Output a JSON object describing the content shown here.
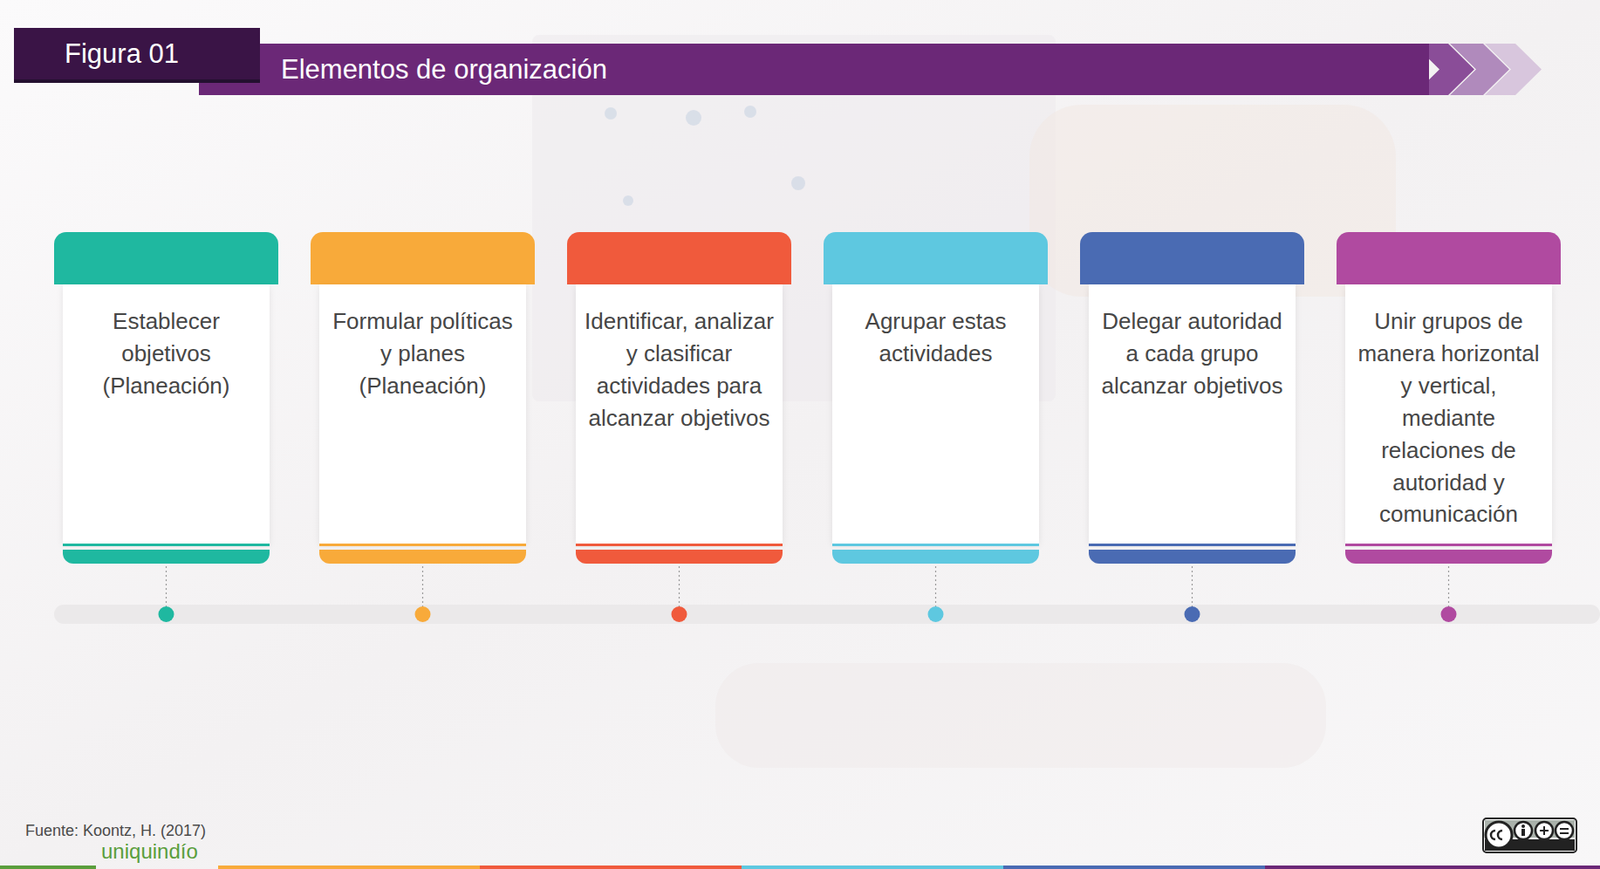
{
  "diagram": {
    "title": "Elementos de organización",
    "nodes": [
      {
        "text": [
          "Establecer objetivos (Planeación)"
        ]
      },
      {
        "text": [
          "Formular políticas y planes (Planeación)"
        ]
      },
      {
        "text": [
          "Identificar, analizar y clasificar actividades para alcanzar objetivos"
        ]
      },
      {
        "text": [
          "Agrupar estas actividades"
        ]
      },
      {
        "text": [
          "Delegar autoridad a cada grupo alcanzar objetivos"
        ]
      },
      {
        "text": [
          "Unir grupos de manera horizontal y vertical, mediante relaciones de autoridad y comunicación"
        ]
      }
    ],
    "labels": [
      "Figura 01",
      "Fuente: Koontz, H. (2017)",
      "uniquindío"
    ]
  }
}
